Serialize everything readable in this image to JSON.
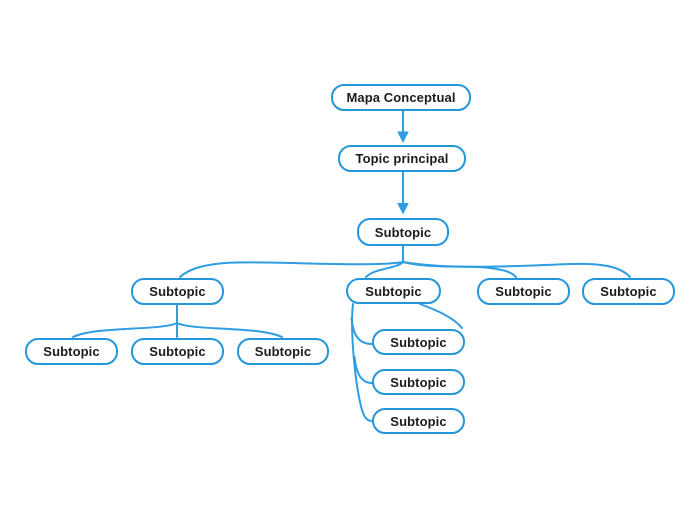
{
  "mindmap": {
    "root": {
      "label": "Mapa Conceptual"
    },
    "main_topic": {
      "label": "Topic principal"
    },
    "central_subtopic": {
      "label": "Subtopic"
    },
    "branches": [
      {
        "label": "Subtopic",
        "children": [
          {
            "label": "Subtopic"
          },
          {
            "label": "Subtopic"
          },
          {
            "label": "Subtopic"
          }
        ]
      },
      {
        "label": "Subtopic",
        "children": [
          {
            "label": "Subtopic"
          },
          {
            "label": "Subtopic"
          },
          {
            "label": "Subtopic"
          }
        ]
      },
      {
        "label": "Subtopic",
        "children": []
      },
      {
        "label": "Subtopic",
        "children": []
      }
    ]
  },
  "colors": {
    "node_border": "#2496da",
    "connector": "#2f9de1",
    "node_background": "#ffffff",
    "label_text": "#1c1c1c",
    "canvas_background": "#ffffff"
  }
}
